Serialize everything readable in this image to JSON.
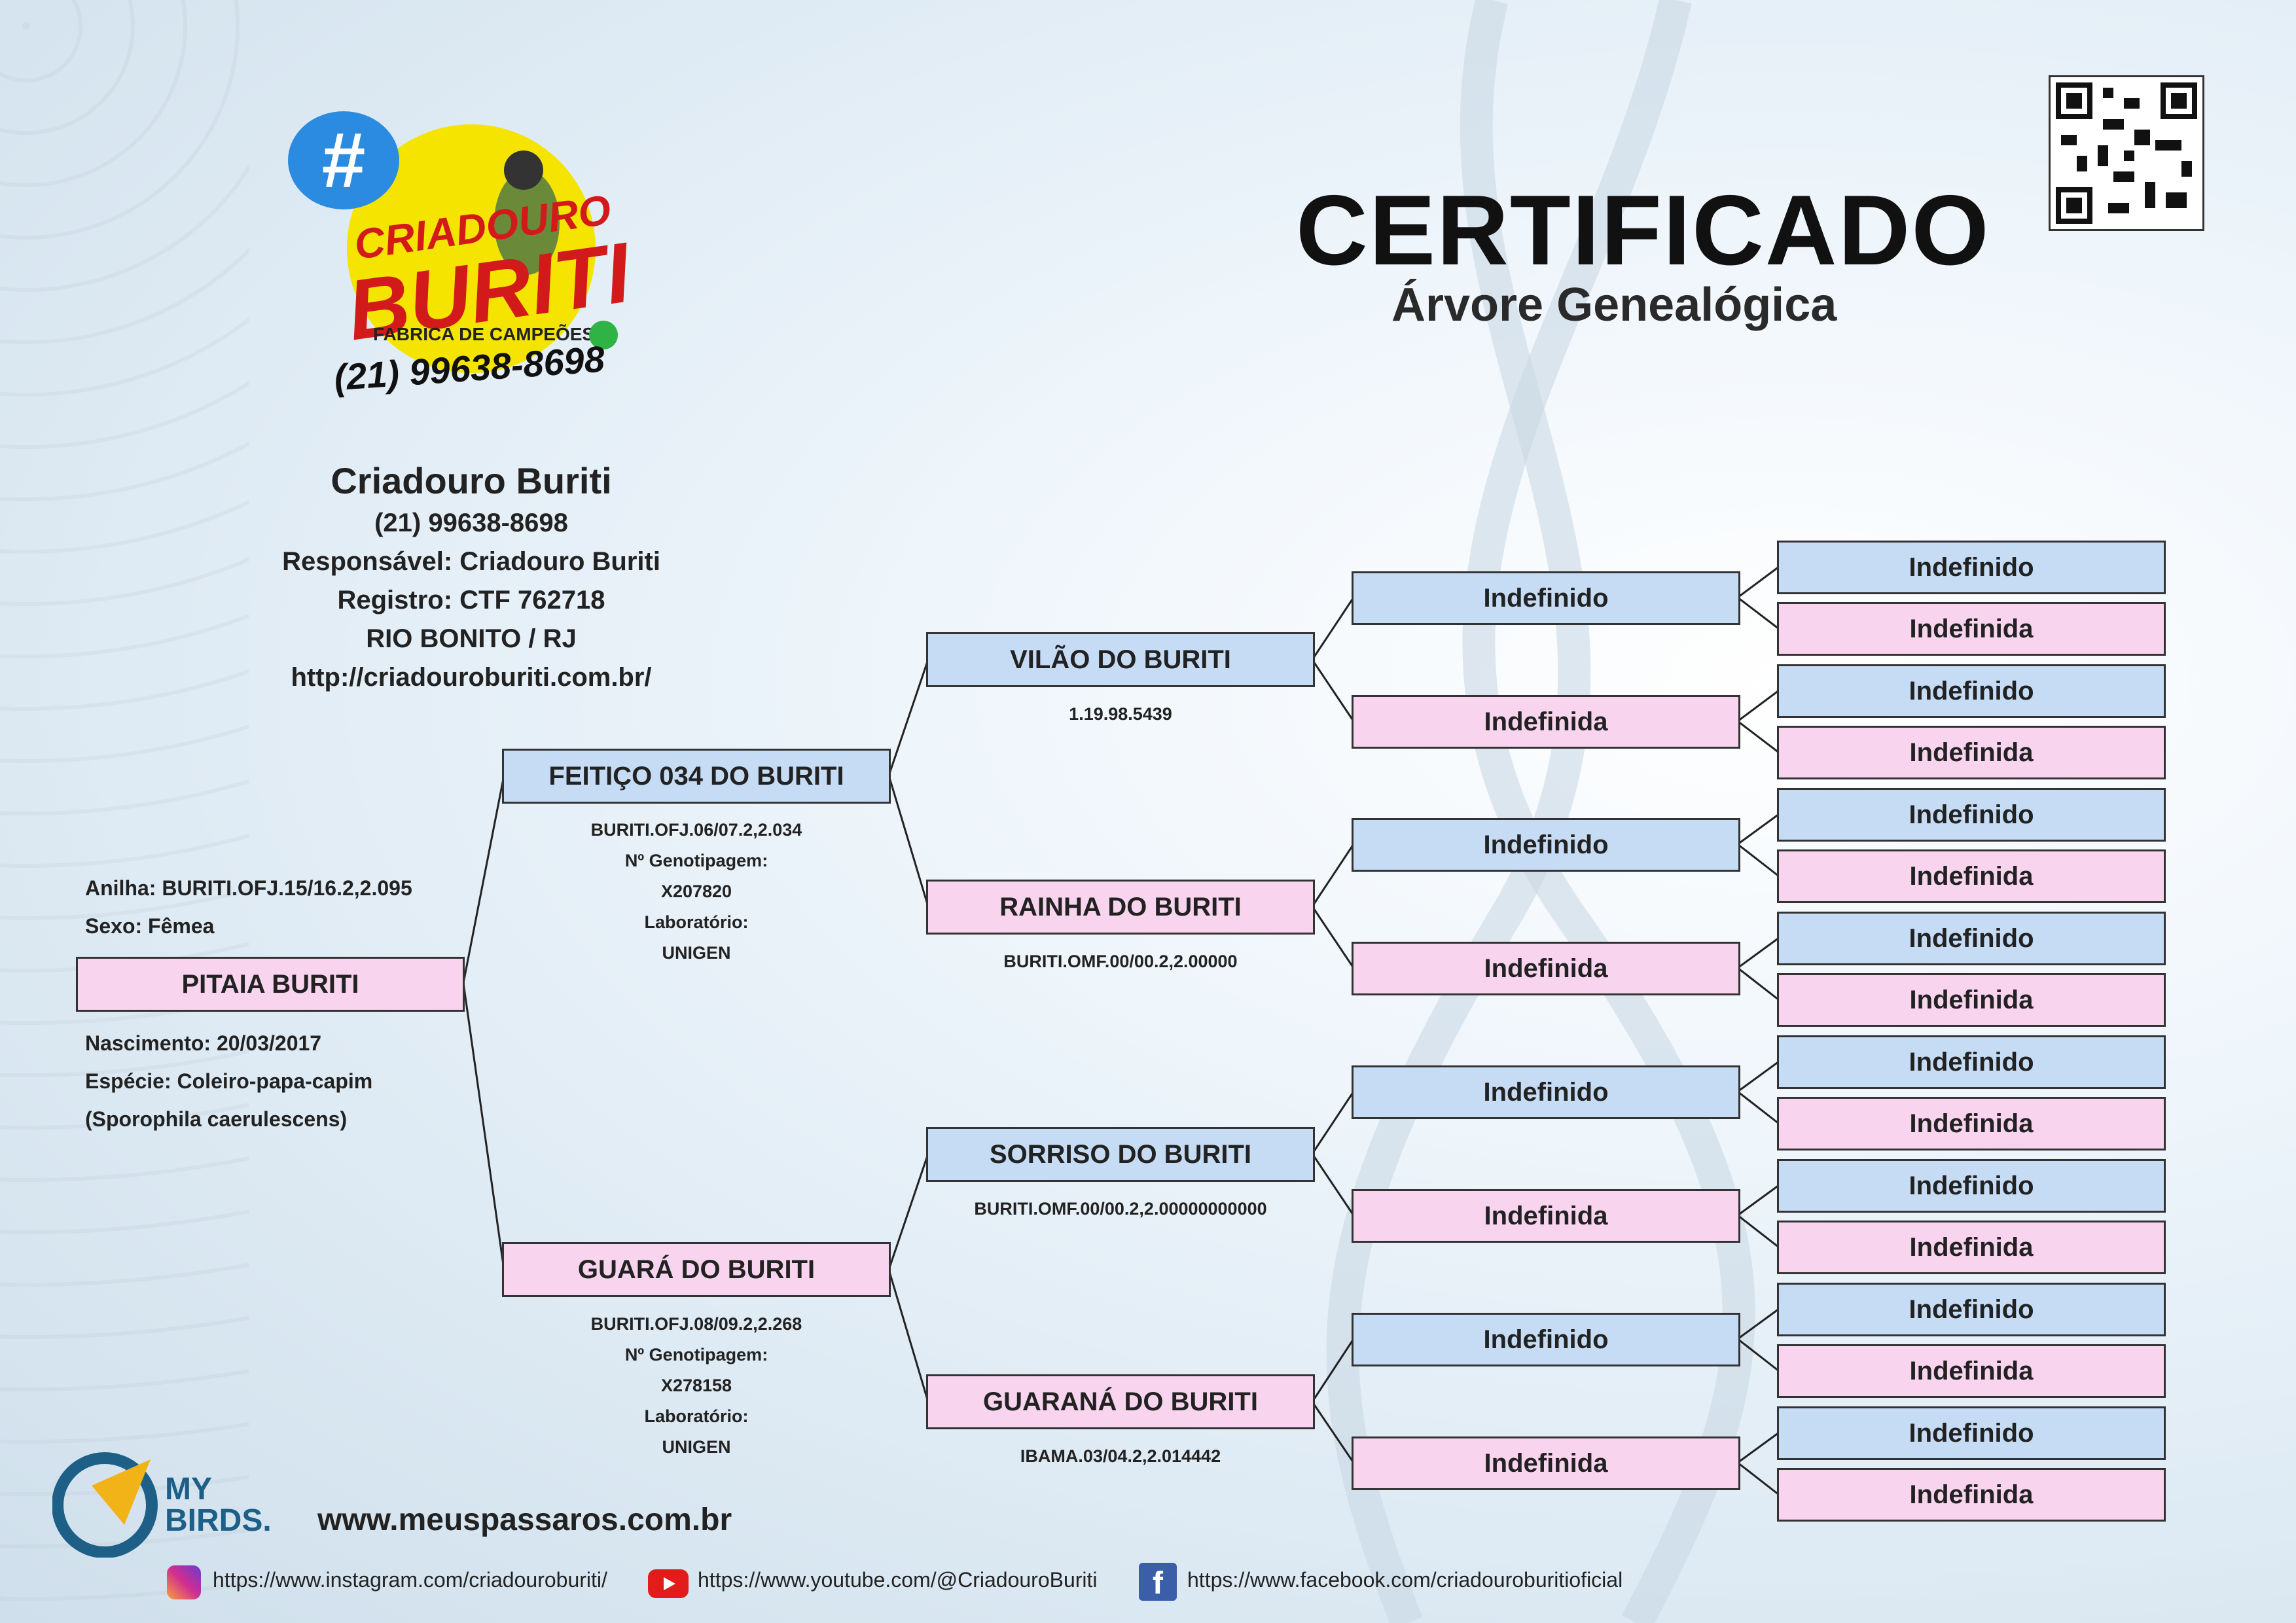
{
  "header": {
    "title": "CERTIFICADO",
    "subtitle": "Árvore Genealógica"
  },
  "logo": {
    "hashtag": "#",
    "line1": "CRIADOURO",
    "line2": "BURITI",
    "tagline": "FABRICA DE CAMPEÕES",
    "phone": "(21) 99638-8698"
  },
  "breeder": {
    "name": "Criadouro Buriti",
    "phone": "(21) 99638-8698",
    "responsible": "Responsável: Criadouro Buriti",
    "registration": "Registro: CTF 762718",
    "location": "RIO BONITO / RJ",
    "website": "http://criadouroburiti.com.br/"
  },
  "bird": {
    "ring": "Anilha: BURITI.OFJ.15/16.2,2.095",
    "sex": "Sexo: Fêmea",
    "name": "PITAIA BURITI",
    "birth": "Nascimento: 20/03/2017",
    "species": "Espécie: Coleiro-papa-capim",
    "scientific": "(Sporophila caerulescens)"
  },
  "parents": {
    "father": {
      "name": "FEITIÇO 034 DO BURITI",
      "meta": [
        "BURITI.OFJ.06/07.2,2.034",
        "Nº Genotipagem:",
        "X207820",
        "Laboratório:",
        "UNIGEN"
      ]
    },
    "mother": {
      "name": "GUARÁ DO BURITI",
      "meta": [
        "BURITI.OFJ.08/09.2,2.268",
        "Nº Genotipagem:",
        "X278158",
        "Laboratório:",
        "UNIGEN"
      ]
    }
  },
  "grandparents": [
    {
      "name": "VILÃO DO BURITI",
      "meta": "1.19.98.5439"
    },
    {
      "name": "RAINHA DO BURITI",
      "meta": "BURITI.OMF.00/00.2,2.00000"
    },
    {
      "name": "SORRISO DO BURITI",
      "meta": "BURITI.OMF.00/00.2,2.00000000000"
    },
    {
      "name": "GUARANÁ DO BURITI",
      "meta": "IBAMA.03/04.2,2.014442"
    }
  ],
  "great_grandparents": [
    "Indefinido",
    "Indefinida",
    "Indefinido",
    "Indefinida",
    "Indefinido",
    "Indefinida",
    "Indefinido",
    "Indefinida"
  ],
  "great_great_grandparents": [
    "Indefinido",
    "Indefinida",
    "Indefinido",
    "Indefinida",
    "Indefinido",
    "Indefinida",
    "Indefinido",
    "Indefinida",
    "Indefinido",
    "Indefinida",
    "Indefinido",
    "Indefinida",
    "Indefinido",
    "Indefinida",
    "Indefinido",
    "Indefinida"
  ],
  "footer": {
    "brand_line1": "MY",
    "brand_line2": "BIRDS.",
    "website": "www.meuspassaros.com.br",
    "instagram": "https://www.instagram.com/criadouroburiti/",
    "youtube": "https://www.youtube.com/@CriadouroBuriti",
    "facebook": "https://www.facebook.com/criadouroburitioficial"
  },
  "colors": {
    "male": "#c6dcf5",
    "female": "#f9d4ef",
    "accent": "#f5e400"
  }
}
